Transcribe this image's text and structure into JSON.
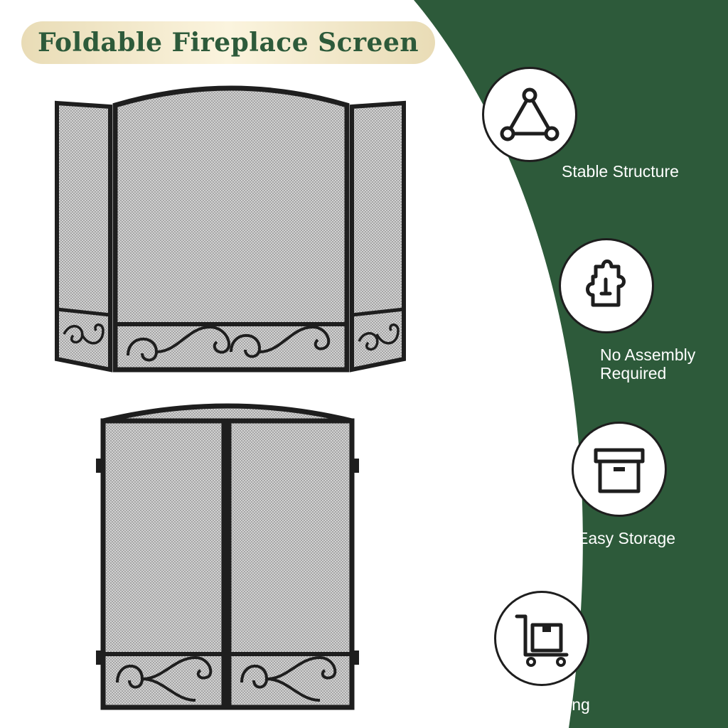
{
  "title": "Foldable Fireplace Screen",
  "colors": {
    "accent_green": "#2d5a3a",
    "title_gold": "#e9dcb6",
    "frame_black": "#1e1e1e"
  },
  "features": [
    {
      "icon": "triangle-structure-icon",
      "label": "Stable Structure"
    },
    {
      "icon": "puzzle-piece-icon",
      "label_line1": "No Assembly",
      "label_line2": "Required"
    },
    {
      "icon": "storage-box-icon",
      "label": "Easy Storage"
    },
    {
      "icon": "hand-truck-icon",
      "label": "Flexible Moving"
    }
  ]
}
